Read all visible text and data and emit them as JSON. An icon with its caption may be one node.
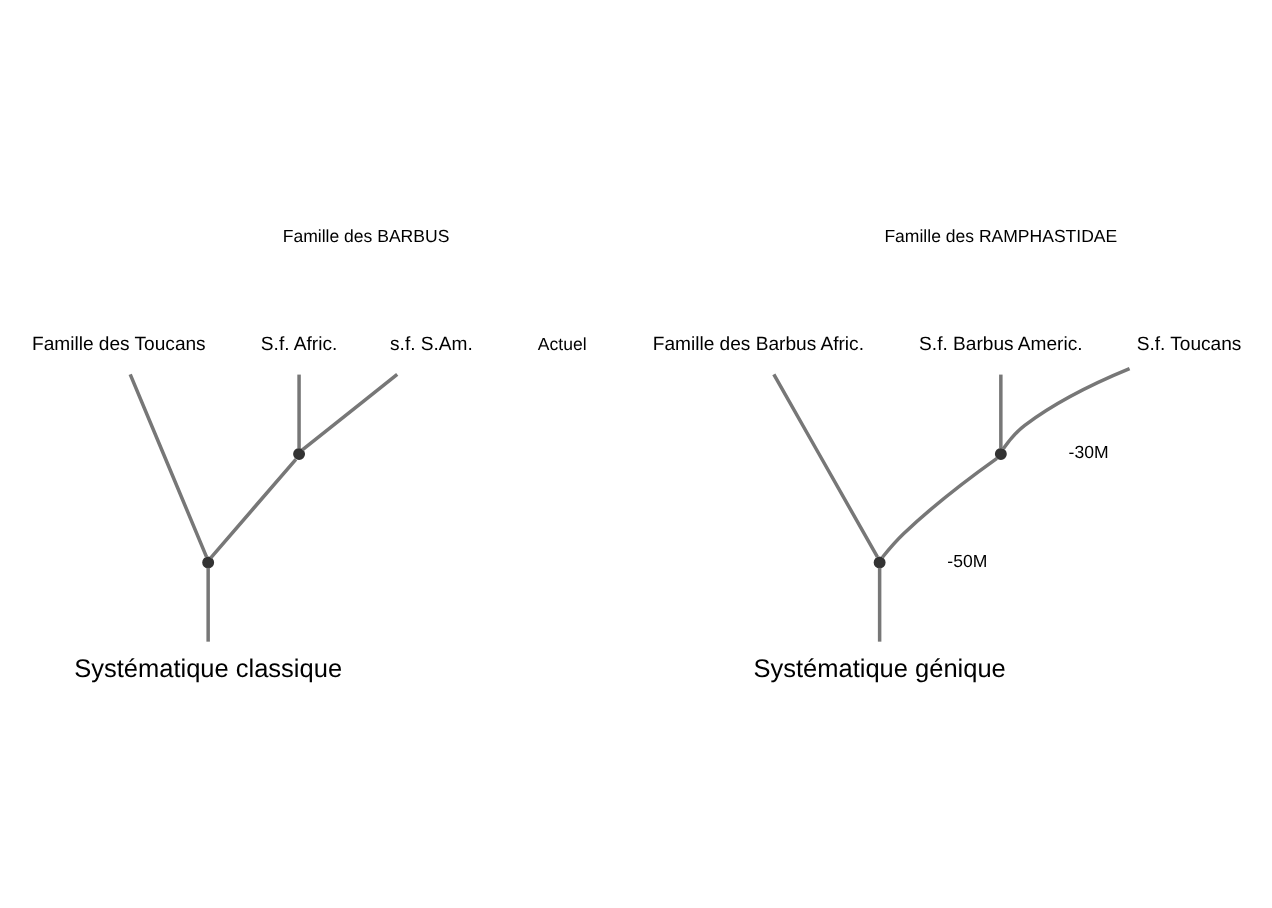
{
  "diagram": {
    "nodes": [
      {
        "text": [
          "S.f. Afric."
        ]
      },
      {
        "text": [
          "s.f. S.Am."
        ]
      },
      {
        "text": [
          "Famille des Toucans"
        ]
      },
      {
        "text": [],
        "shape": "circle"
      },
      {
        "text": [],
        "shape": "circle"
      },
      {
        "text": [
          "Systématique classique"
        ]
      },
      {
        "text": [
          "Famille des Barbus Afric."
        ]
      },
      {
        "text": [
          "S.f. Barbus Americ."
        ]
      },
      {
        "text": [
          "S.f. Toucans"
        ]
      },
      {
        "text": [],
        "shape": "circle"
      },
      {
        "text": [],
        "shape": "circle"
      },
      {
        "text": [
          "Systématique génique"
        ]
      }
    ],
    "edges": [
      {
        "from": 3,
        "to": 0,
        "arrow": "none"
      },
      {
        "from": 3,
        "to": 1,
        "arrow": "none"
      },
      {
        "from": 4,
        "to": 3,
        "arrow": "none"
      },
      {
        "from": 4,
        "to": 2,
        "arrow": "none"
      },
      {
        "from": 4,
        "to": 5,
        "arrow": "none"
      },
      {
        "from": 9,
        "to": 7,
        "arrow": "none"
      },
      {
        "from": 9,
        "to": 8,
        "arrow": "none"
      },
      {
        "from": 10,
        "to": 6,
        "arrow": "none"
      },
      {
        "from": 10,
        "to": 9,
        "arrow": "none"
      },
      {
        "from": 10,
        "to": 11,
        "arrow": "none"
      }
    ],
    "labels": [
      "Famille des BARBUS",
      "Famille des RAMPHASTIDAE",
      "Actuel",
      "-30M",
      "-50M"
    ]
  }
}
